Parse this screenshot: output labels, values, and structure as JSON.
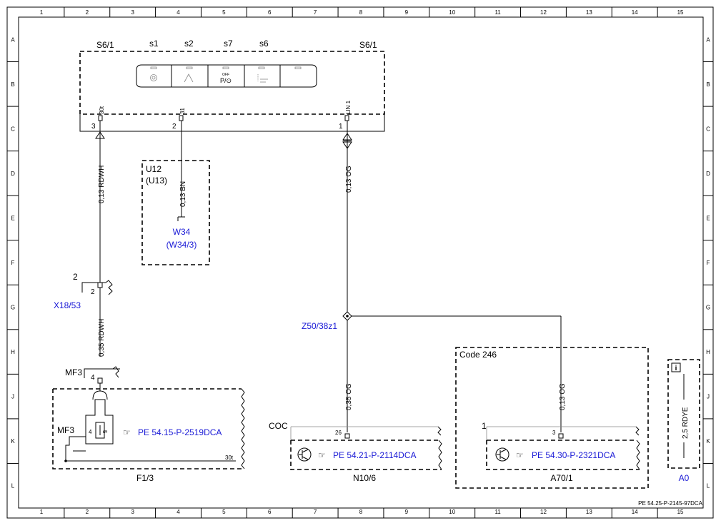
{
  "border": {
    "columns": [
      "1",
      "2",
      "3",
      "4",
      "5",
      "6",
      "7",
      "8",
      "9",
      "10",
      "11",
      "12",
      "13",
      "14",
      "15"
    ],
    "rows": [
      "A",
      "B",
      "C",
      "D",
      "E",
      "F",
      "G",
      "H",
      "J",
      "K",
      "L"
    ],
    "footer_id": "PE 54.25-P-2145-97DCA"
  },
  "switch_panel": {
    "label_left": "S6/1",
    "label_right": "S6/1",
    "switches": [
      "s1",
      "s2",
      "s7",
      "s6"
    ],
    "button_off_text": "OFF",
    "pins": [
      {
        "num": "3",
        "name": "30t"
      },
      {
        "num": "2",
        "name": "31"
      },
      {
        "num": "1",
        "name": "LIN 1"
      }
    ]
  },
  "u12_box": {
    "line1": "U12",
    "line2": "(U13)",
    "ref1": "W34",
    "ref2": "(W34/3)"
  },
  "wires": {
    "rdwh_013": "0,13 RDWH",
    "bn_013": "0,13 BN",
    "og_013_left": "0,13 OG",
    "rdwh_035": "0,35 RDWH",
    "og_035": "0,35 OG",
    "og_013_right": "0,13 OG",
    "rdye_25": "2,5 RDYE"
  },
  "connector_x18": {
    "pin_outer": "2",
    "pin_inner": "2",
    "label": "X18/53"
  },
  "splice": {
    "label": "Z50/38z1"
  },
  "fuse_block": {
    "mf_top": "MF3",
    "mf_left": "MF3",
    "pin_top": "4",
    "fuse_pins": [
      "4",
      "5"
    ],
    "ref": "PE 54.15-P-2519DCA",
    "bus_label": "30t",
    "name": "F1/3"
  },
  "n10": {
    "coc": "COC",
    "pin": "26",
    "ref": "PE 54.21-P-2114DCA",
    "name": "N10/6"
  },
  "code_box": {
    "title": "Code 246",
    "pin_left": "1",
    "pin": "3",
    "ref": "PE 54.30-P-2321DCA",
    "name": "A70/1"
  },
  "a0": {
    "info_icon": "i",
    "name": "A0"
  }
}
